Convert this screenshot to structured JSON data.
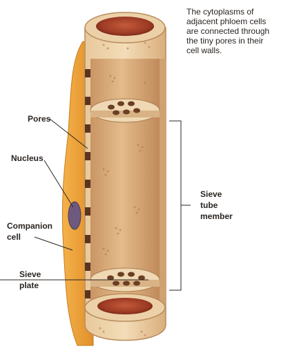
{
  "caption": {
    "lines": [
      "The cytoplasms of",
      "adjacent phloem cells",
      "are connected through",
      "the tiny pores in their",
      "cell walls."
    ]
  },
  "labels": {
    "pores": "Pores",
    "nucleus": "Nucleus",
    "companion_cell": [
      "Companion",
      "cell"
    ],
    "sieve_plate": [
      "Sieve",
      "plate"
    ],
    "sieve_tube_member": [
      "Sieve",
      "tube",
      "member"
    ]
  },
  "colors": {
    "tube_wall": "#e6c294",
    "tube_inner": "#d6a575",
    "companion": "#f0a43a",
    "lumen_red": "#a5402a",
    "pore_dark": "#5b3420",
    "nucleus": "#6e5a7e"
  }
}
